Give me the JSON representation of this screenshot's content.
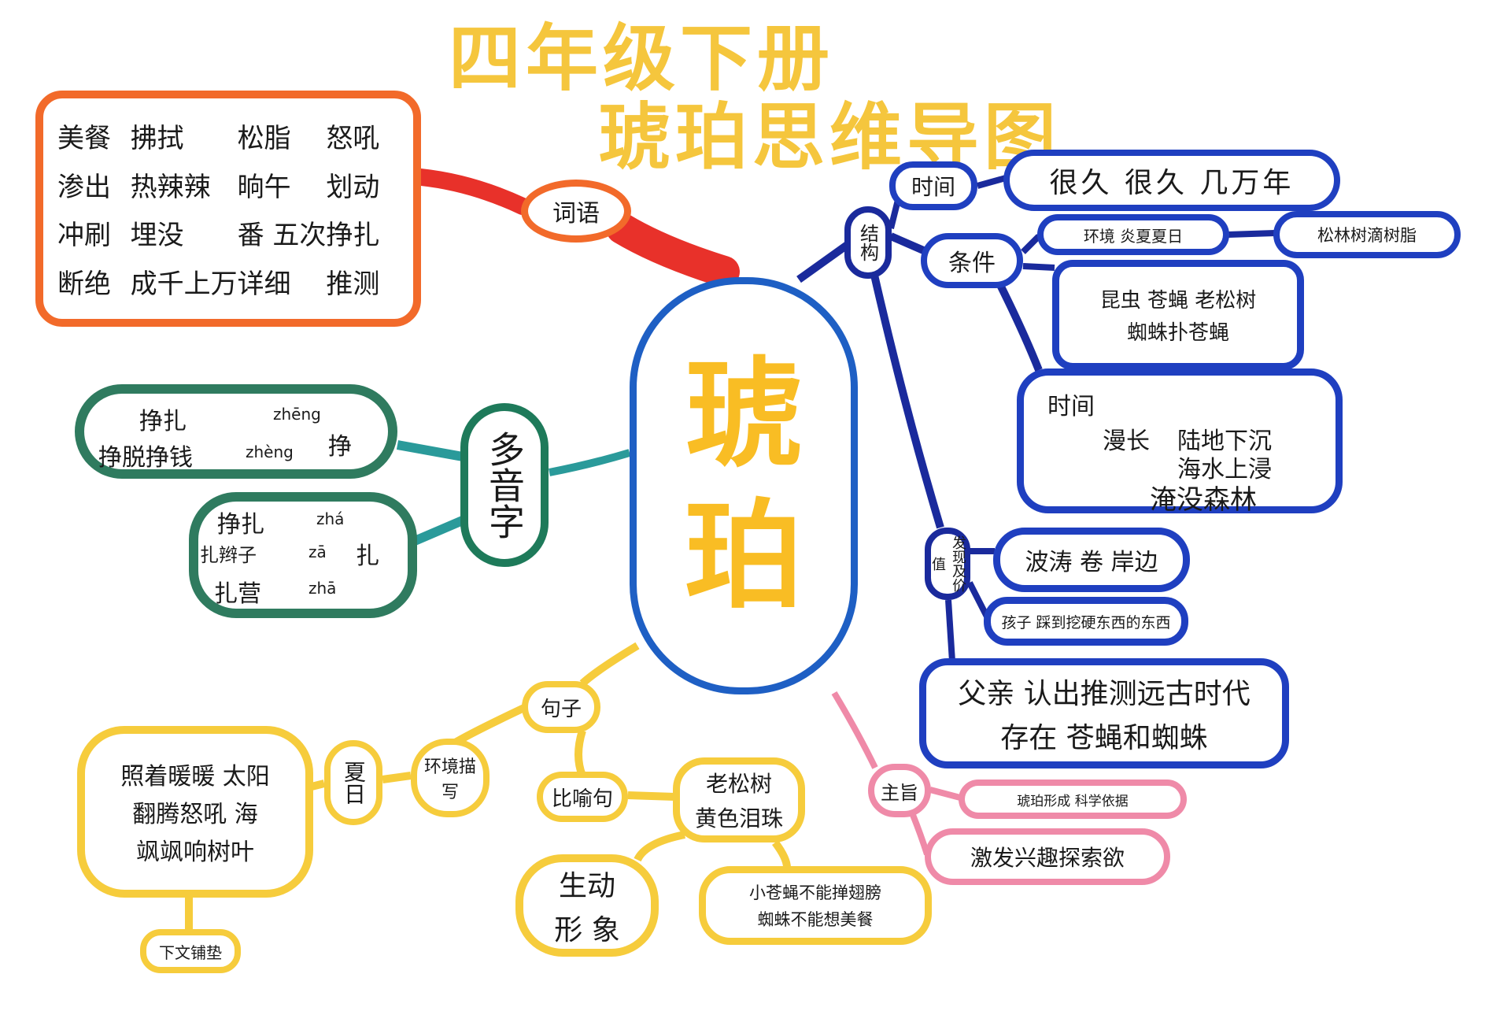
{
  "title": {
    "line1": "四年级下册",
    "line2": "琥珀思维导图"
  },
  "center": {
    "char1": "琥",
    "char2": "珀"
  },
  "ciyu": {
    "label": "词语",
    "words": [
      "美餐",
      "拂拭",
      "松脂",
      "怒吼",
      "渗出",
      "热辣辣",
      "晌午",
      "划动",
      "冲刷",
      "埋没",
      "番",
      "五次",
      "挣扎",
      "断绝",
      "成千上万",
      "详细",
      "推测"
    ]
  },
  "duoyinzi": {
    "label": "多音字",
    "cloud1": {
      "word1": "挣扎",
      "pinyin1": "zhēng",
      "line2a": "挣脱挣钱",
      "pinyin2": "zhèng",
      "char": "挣"
    },
    "cloud2": {
      "word1": "挣扎",
      "pinyin1": "zhá",
      "line2a": "扎辫子",
      "pinyin2": "zā",
      "char": "扎",
      "line3": "扎营",
      "pinyin3": "zhā"
    }
  },
  "jiegou": {
    "label": "结构",
    "shijian": {
      "label": "时间",
      "value": "很久 很久 几万年"
    },
    "tiaojian": {
      "label": "条件",
      "huanjing": "环境 炎夏夏日",
      "songshu": "松林树滴树脂",
      "renwu_line1": "昆虫 苍蝇 老松树",
      "renwu_line2": "蜘蛛扑苍蝇"
    },
    "shijian2": {
      "label": "时间",
      "line1": "漫长",
      "line2": "陆地下沉",
      "line3": "海水上浸",
      "line4": "淹没森林"
    },
    "faxian": {
      "label": "发现及价值",
      "botao": "波涛 卷 岸边",
      "haizi": "孩子 踩到挖硬东西的东西",
      "fuqin_line1": "父亲 认出推测远古时代",
      "fuqin_line2": "存在 苍蝇和蜘蛛"
    }
  },
  "zhuzhi": {
    "label": "主旨",
    "item1": "琥珀形成 科学依据",
    "item2": "激发兴趣探索欲"
  },
  "juzi": {
    "label": "句子",
    "hjms": "环境描写",
    "xiari": "夏日",
    "xiari_line1": "照着暖暖 太阳",
    "xiari_line2": "翻腾怒吼 海",
    "xiari_line3": "飒飒响树叶",
    "xiawen": "下文铺垫",
    "biyu": "比喻句",
    "laosong_line1": "老松树",
    "laosong_line2": "黄色泪珠",
    "shengdong_line1": "生动",
    "shengdong_line2": "形 象",
    "xiaocang_line1": "小苍蝇不能掸翅膀",
    "xiaocang_line2": "蜘蛛不能想美餐"
  },
  "colors": {
    "orange": "#f26a2a",
    "green": "#2f7b5f",
    "blue": "#1f3fc0",
    "navy": "#1a2a9c",
    "pink": "#ef8aa8",
    "yellow": "#f6cc3c",
    "title_yellow": "#f5c63d"
  }
}
